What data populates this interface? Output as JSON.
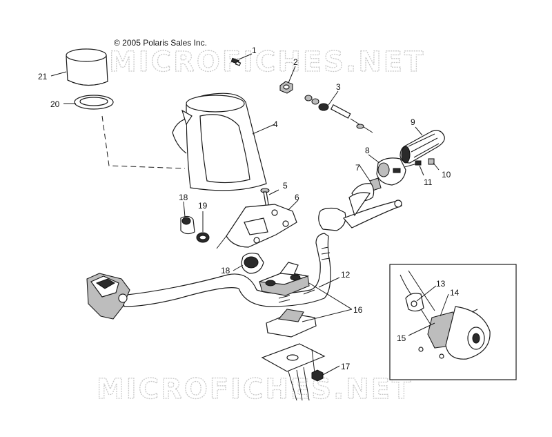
{
  "copyright": "© 2005 Polaris Sales Inc.",
  "watermark": "MICROFICHES.NET",
  "callouts": {
    "c1": "1",
    "c2": "2",
    "c3": "3",
    "c4": "4",
    "c5": "5",
    "c6": "6",
    "c7": "7",
    "c8": "8",
    "c9": "9",
    "c10": "10",
    "c11": "11",
    "c12": "12",
    "c13": "13",
    "c14": "14",
    "c15": "15",
    "c16": "16",
    "c17": "17",
    "c18a": "18",
    "c18b": "18",
    "c19": "19",
    "c20": "20",
    "c21": "21"
  },
  "icons": {
    "headlight_pod": "headlight-pod-icon",
    "handlebar": "handlebar-icon",
    "grip": "grip-icon",
    "brake_caliper": "brake-caliper-icon"
  }
}
